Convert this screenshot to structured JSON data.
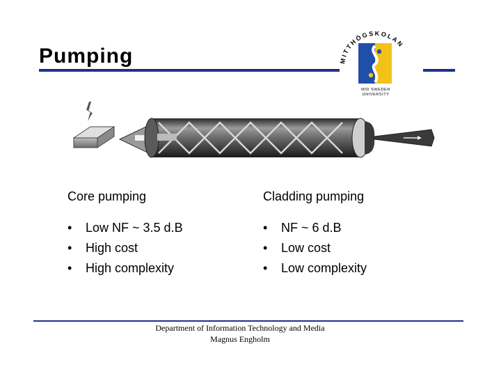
{
  "slide": {
    "title": "Pumping"
  },
  "logo": {
    "arc_text": "MITTHÖGSKOLAN",
    "caption_line1": "MID SWEDEN",
    "caption_line2": "UNIVERSITY",
    "colors": {
      "blue": "#1f4fa8",
      "yellow": "#f2c21a"
    }
  },
  "columns": {
    "left": {
      "heading": "Core pumping",
      "bullets": [
        "Low NF ~ 3.5 d.B",
        "High cost",
        "High complexity"
      ]
    },
    "right": {
      "heading": "Cladding pumping",
      "bullets": [
        "NF ~ 6 d.B",
        "Low cost",
        "Low complexity"
      ]
    }
  },
  "footer": {
    "line1": "Department of Information Technology and Media",
    "line2": "Magnus Engholm"
  },
  "bullet_char": "•",
  "accent_color": "#1f2f8f"
}
